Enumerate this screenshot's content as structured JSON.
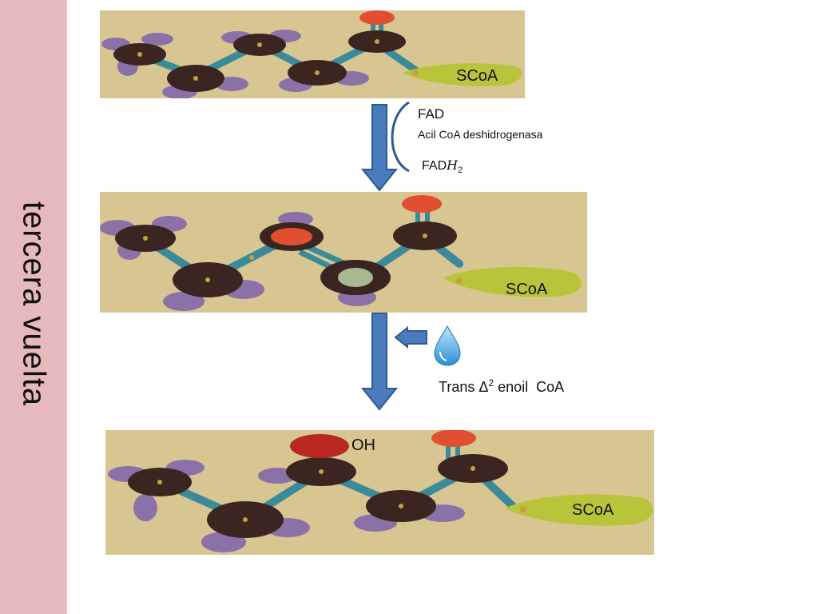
{
  "sidebar": {
    "title": "tercera vuelta"
  },
  "step1": {
    "cofactor_in": "FAD",
    "enzyme": "Acil CoA deshidrogenasa",
    "cofactor_out": "FAD",
    "cofactor_out_sym": "H",
    "cofactor_out_sub": "2"
  },
  "step2": {
    "product_pre": "Trans",
    "product_delta": "Δ",
    "product_sup": "2",
    "product_post": "enoil  CoA",
    "reagent_icon": "water-drop-icon"
  },
  "molecules": {
    "coa1": "SCoA",
    "coa2": "SCoA",
    "coa3": "SCoA",
    "hydroxyl": "OH"
  },
  "colors": {
    "sidebar": "#e6b9bc",
    "arrow": "#4a7bbd",
    "carbon": "#3a2520",
    "hydrogen": "#8a72a8",
    "oxygen": "#e05030",
    "coa": "#b8c43a",
    "bond": "#3a8a9a"
  }
}
